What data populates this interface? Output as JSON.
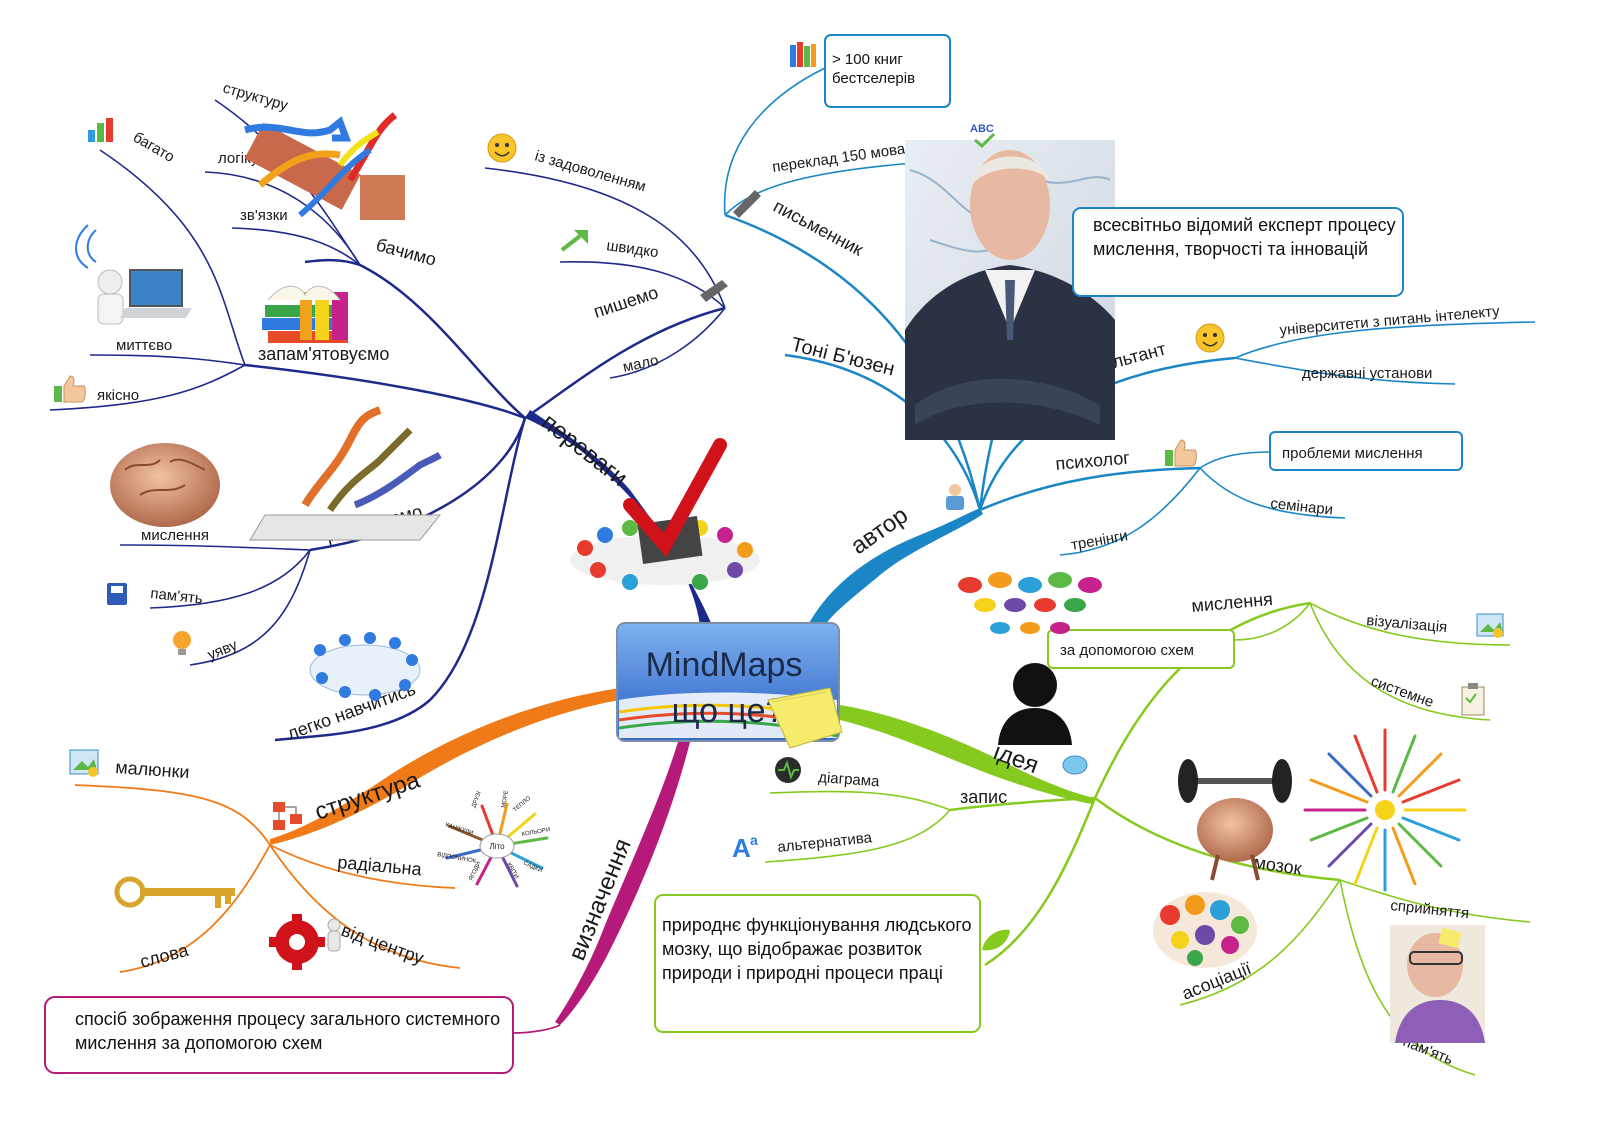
{
  "center": {
    "line1": "MindMaps",
    "line2": "що це?"
  },
  "colors": {
    "blue_dark": "#1e2a8a",
    "blue": "#1a86c6",
    "green": "#86c91f",
    "orange": "#f07a17",
    "magenta": "#b5197a"
  },
  "advantages": {
    "label": "переваги",
    "see": {
      "label": "бачимо",
      "items": [
        "структуру",
        "логіку",
        "зв'язки"
      ]
    },
    "remember": {
      "label": "запам'ятовуємо",
      "items": [
        "багато",
        "миттєво",
        "якісно"
      ]
    },
    "write": {
      "label": "пишемо",
      "items": [
        "із задоволенням",
        "швидко",
        "мало"
      ]
    },
    "develop": {
      "label": "розвиваємо",
      "items": [
        "мислення",
        "пам'ять",
        "уяву"
      ]
    },
    "easy": "легко навчитись"
  },
  "author": {
    "label": "автор",
    "name": "Тоні Б'юзен",
    "writer": {
      "label": "письменник",
      "books": "> 100 книг бестселерів",
      "translation": "переклад 150 мовами"
    },
    "expert": "всесвітньо відомий експерт процесу мислення, творчості та інновацій",
    "consultant": {
      "label": "консультант",
      "items": [
        "університети з питань інтелекту",
        "державні установи"
      ]
    },
    "psychologist": {
      "label": "психолог",
      "items": [
        "проблеми мислення",
        "семінари",
        "тренінги"
      ]
    }
  },
  "idea": {
    "label": "ідея",
    "thinking": {
      "label": "мислення",
      "items": [
        "за допомогою схем",
        "візуалізація",
        "системне"
      ]
    },
    "record": {
      "label": "запис",
      "items": [
        "діаграма",
        "альтернатива"
      ]
    },
    "nature": "природнє функціонування людського мозку, що відображає розвиток природи і природні процеси праці",
    "brain": {
      "label": "мозок",
      "items": [
        "сприйняття",
        "асоціації",
        "пам'ять"
      ]
    }
  },
  "structure": {
    "label": "структура",
    "items": [
      "малюнки",
      "слова",
      "радіальна",
      "від центру"
    ]
  },
  "definition": {
    "label": "визначення",
    "text": "спосіб зображення процесу загального системного мислення за допомогою схем"
  },
  "radial_mini": {
    "center": "Літо",
    "words": [
      "ДРУЗІ",
      "МОРЕ",
      "ТЕПЛО",
      "КОЛЬОРИ",
      "САДКИ",
      "КВІТИ",
      "ЯГОДИ",
      "ВІДПОЧИНОК",
      "КАНІКУЛИ"
    ]
  }
}
